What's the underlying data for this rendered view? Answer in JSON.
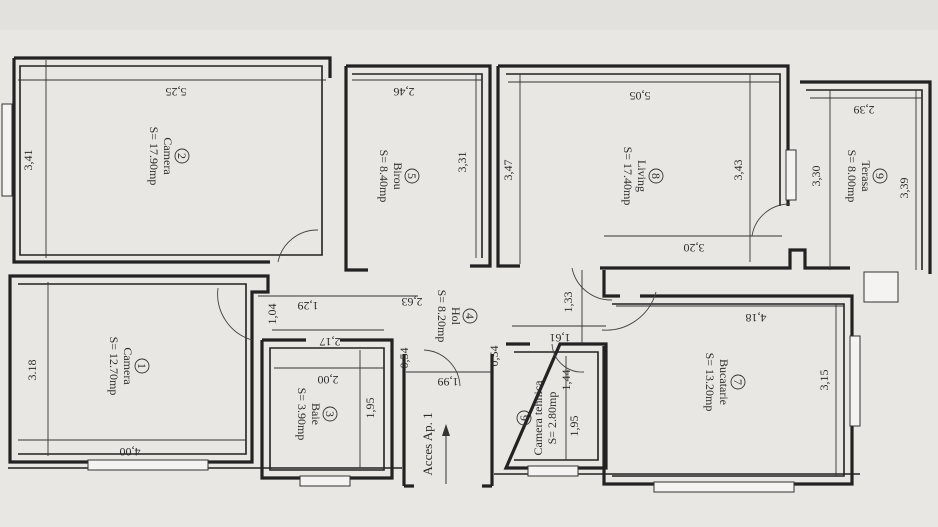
{
  "rooms": [
    {
      "id": "r1",
      "number": "1",
      "name": "Camera",
      "area": "S= 12.70mp"
    },
    {
      "id": "r2",
      "number": "2",
      "name": "Camera",
      "area": "S= 17.90mp"
    },
    {
      "id": "r3",
      "number": "3",
      "name": "Baie",
      "area": "S= 3.90mp"
    },
    {
      "id": "r4",
      "number": "4",
      "name": "Hol",
      "area": "S= 8.20mp"
    },
    {
      "id": "r5",
      "number": "5",
      "name": "Birou",
      "area": "S= 8.40mp"
    },
    {
      "id": "r6",
      "number": "6",
      "name": "Camera tehnica",
      "area": "S= 2.80mp"
    },
    {
      "id": "r7",
      "number": "7",
      "name": "Bucatarie",
      "area": "S= 13.20mp"
    },
    {
      "id": "r8",
      "number": "8",
      "name": "Living",
      "area": "S= 17.40mp"
    },
    {
      "id": "r9",
      "number": "9",
      "name": "Terasa",
      "area": "S= 8.00mp"
    }
  ],
  "dimensions": {
    "d_341": "3,41",
    "d_525": "5,25",
    "d_318": "3.18",
    "d_400": "4,00",
    "d_246": "2,46",
    "d_331": "3,31",
    "d_347": "3,47",
    "d_505": "5,05",
    "d_343": "3,43",
    "d_320": "3,20",
    "d_330": "3,30",
    "d_239": "2,39",
    "d_339": "3,39",
    "d_104": "1,04",
    "d_129": "1,29",
    "d_263": "2,63",
    "d_217": "2,17",
    "d_200": "2,00",
    "d_195a": "1,95",
    "d_054a": "0,54",
    "d_199": "1,99",
    "d_054b": "0,54",
    "d_133": "1,33",
    "d_161": "1,61",
    "d_144": "1,44",
    "d_195b": "1,95",
    "d_418": "4,18",
    "d_315": "3,15"
  },
  "entrance": "Acces Ap. 1"
}
